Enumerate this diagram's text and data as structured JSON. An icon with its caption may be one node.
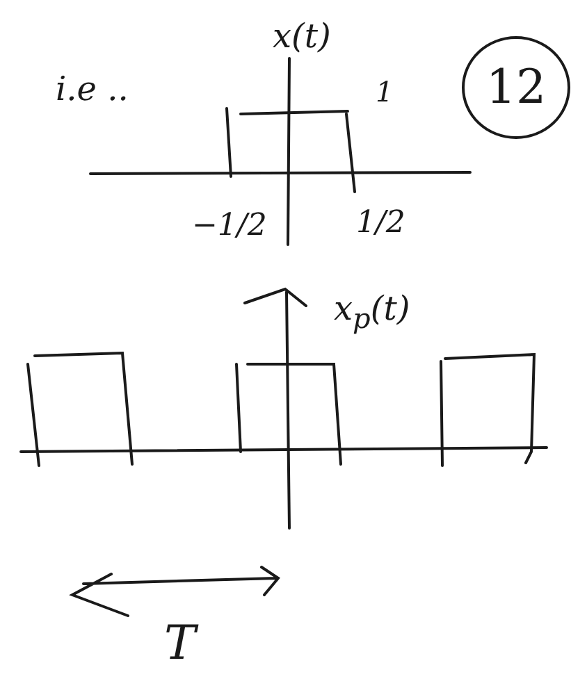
{
  "diagram": {
    "nodes": [
      {
        "text": [
          "12"
        ]
      }
    ],
    "edges": [],
    "labels": [
      "i.e ..",
      "x(t)",
      "1",
      "−1/2",
      "1/2",
      "x$_{p}$(t)",
      "T"
    ]
  }
}
